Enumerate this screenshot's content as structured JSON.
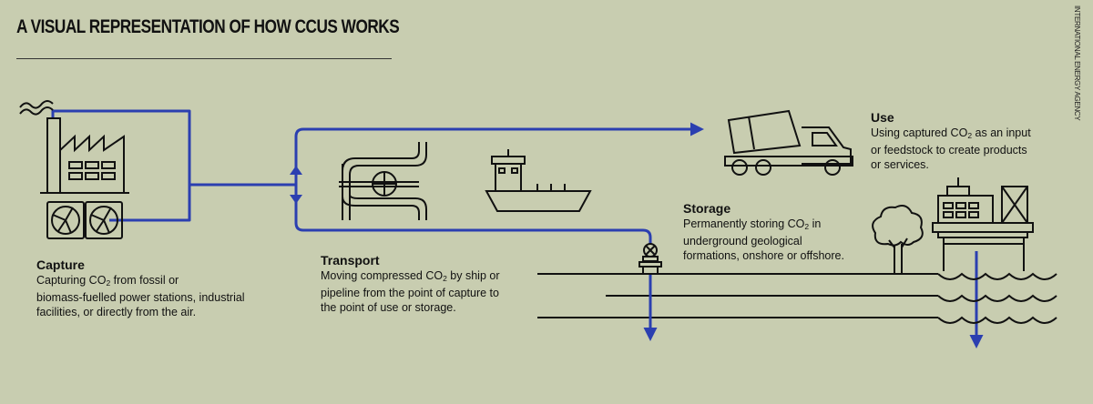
{
  "title": "A VISUAL REPRESENTATION OF HOW CCUS WORKS",
  "credit": "INTERNATIONAL ENERGY AGENCY",
  "sections": {
    "capture": {
      "heading": "Capture",
      "lines": [
        [
          "Capturing CO",
          "2",
          " from fossil or"
        ],
        [
          "biomass-fuelled power stations, industrial"
        ],
        [
          "facilities, or directly from the air."
        ]
      ]
    },
    "transport": {
      "heading": "Transport",
      "lines": [
        [
          "Moving compressed CO",
          "2",
          " by ship or"
        ],
        [
          "pipeline from the point of capture to"
        ],
        [
          "the point of use or storage."
        ]
      ]
    },
    "use": {
      "heading": "Use",
      "lines": [
        [
          "Using captured CO",
          "2",
          " as an input"
        ],
        [
          "or feedstock to create products"
        ],
        [
          "or services."
        ]
      ]
    },
    "storage": {
      "heading": "Storage",
      "lines": [
        [
          "Permanently storing CO",
          "2",
          " in"
        ],
        [
          "underground geological"
        ],
        [
          "formations, onshore or offshore."
        ]
      ]
    }
  },
  "colors": {
    "background": "#c8cdb0",
    "flow": "#2b3fb0",
    "ink": "#111111"
  },
  "icons": [
    "factory-icon",
    "fan-icon",
    "pipeline-icon",
    "ship-icon",
    "cement-truck-icon",
    "valve-icon",
    "tree-icon",
    "offshore-platform-icon",
    "waves-icon"
  ]
}
